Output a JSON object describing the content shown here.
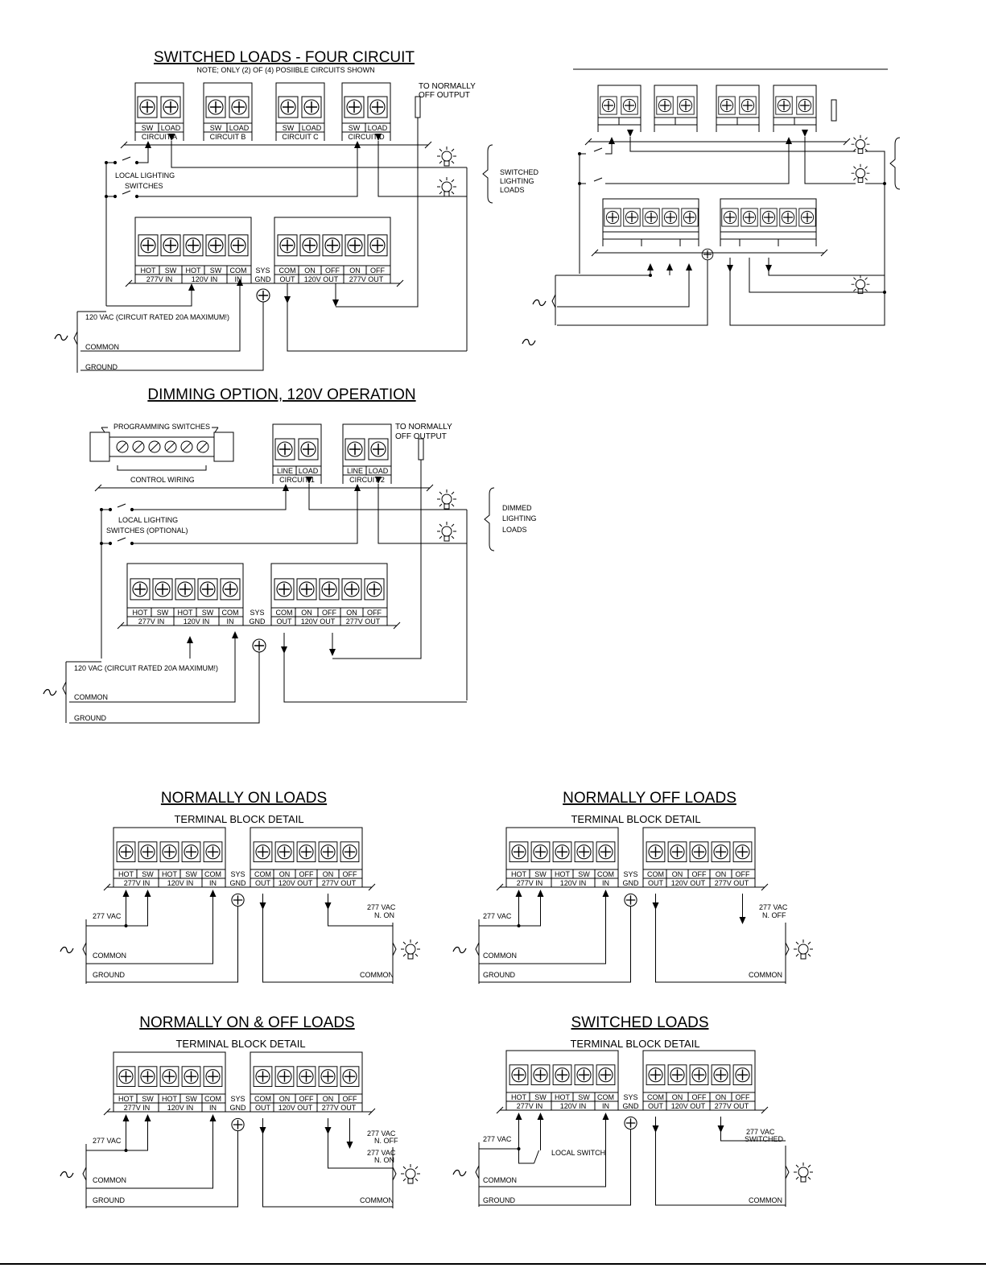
{
  "switched_four": {
    "title": "SWITCHED LOADS - FOUR CIRCUIT",
    "note": "NOTE; ONLY (2) OF (4) POSIIBLE CIRCUITS SHOWN",
    "to_off_1": "TO NORMALLY",
    "to_off_2": "OFF OUTPUT",
    "circuits": [
      "CIRCUIT A",
      "CIRCUIT B",
      "CIRCUIT C",
      "CIRCUIT D"
    ],
    "sw": "SW",
    "load": "LOAD",
    "local_1": "LOCAL LIGHTING",
    "local_2": "SWITCHES",
    "loads_1": "SWITCHED",
    "loads_2": "LIGHTING",
    "loads_3": "LOADS",
    "supply": "120 VAC (CIRCUIT RATED 20A MAXIMUM!)",
    "common": "COMMON",
    "ground": "GROUND"
  },
  "dimming": {
    "title": "DIMMING OPTION, 120V OPERATION",
    "prog": "PROGRAMMING SWITCHES",
    "control": "CONTROL WIRING",
    "to_off_1": "TO NORMALLY",
    "to_off_2": "OFF OUTPUT",
    "line": "LINE",
    "load": "LOAD",
    "circuits": [
      "CIRCUIT 1",
      "CIRCUIT 2"
    ],
    "local_1": "LOCAL LIGHTING",
    "local_2": "SWITCHES (OPTIONAL)",
    "loads_1": "DIMMED",
    "loads_2": "LIGHTING",
    "loads_3": "LOADS",
    "supply": "120 VAC (CIRCUIT RATED 20A MAXIMUM!)",
    "common": "COMMON",
    "ground": "GROUND"
  },
  "terminal": {
    "top": [
      "HOT",
      "SW",
      "HOT",
      "SW",
      "COM",
      "COM",
      "ON",
      "OFF",
      "ON",
      "OFF"
    ],
    "bottom": [
      "277V IN",
      "120V IN",
      "IN",
      "OUT",
      "120V OUT",
      "277V OUT"
    ],
    "sys": "SYS",
    "gnd": "GND"
  },
  "normally_on": {
    "title": "NORMALLY ON LOADS",
    "subtitle": "TERMINAL BLOCK DETAIL",
    "vac": "277 VAC",
    "out_1": "277 VAC",
    "out_2": "N. ON",
    "common": "COMMON",
    "ground": "GROUND",
    "common_r": "COMMON"
  },
  "normally_off": {
    "title": "NORMALLY OFF LOADS",
    "subtitle": "TERMINAL BLOCK DETAIL",
    "vac": "277 VAC",
    "out_1": "277 VAC",
    "out_2": "N. OFF",
    "common": "COMMON",
    "ground": "GROUND",
    "common_r": "COMMON"
  },
  "normally_on_off": {
    "title": "NORMALLY ON & OFF LOADS",
    "subtitle": "TERMINAL BLOCK DETAIL",
    "vac": "277 VAC",
    "out_a1": "277 VAC",
    "out_a2": "N. OFF",
    "out_b1": "277 VAC",
    "out_b2": "N. ON",
    "common": "COMMON",
    "ground": "GROUND",
    "common_r": "COMMON"
  },
  "switched": {
    "title": "SWITCHED LOADS",
    "subtitle": "TERMINAL BLOCK DETAIL",
    "vac": "277 VAC",
    "local": "LOCAL SWITCH",
    "out_1": "277 VAC",
    "out_2": "SWITCHED",
    "common": "COMMON",
    "ground": "GROUND",
    "common_r": "COMMON"
  }
}
